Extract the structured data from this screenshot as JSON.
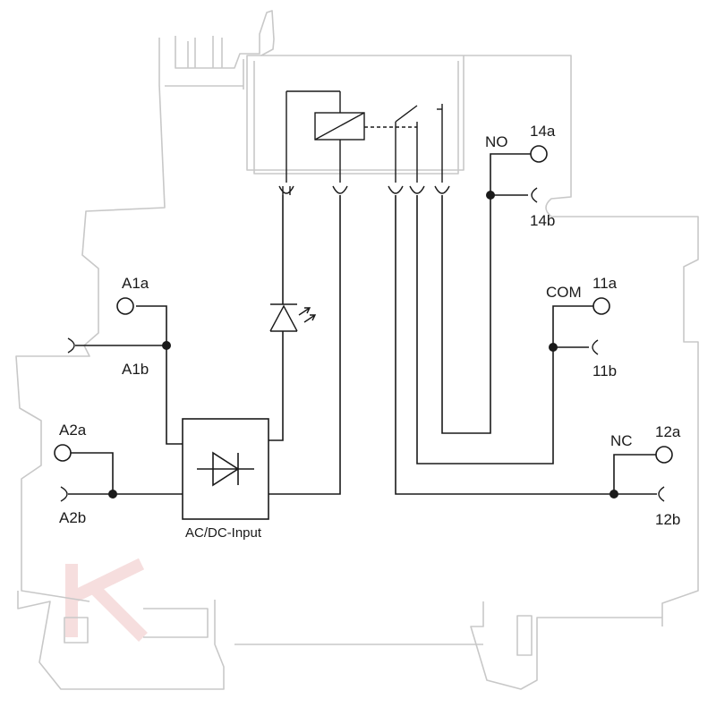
{
  "labels": {
    "a1a": "A1a",
    "a1b": "A1b",
    "a2a": "A2a",
    "a2b": "A2b",
    "no": "NO",
    "t14a": "14a",
    "t14b": "14b",
    "com": "COM",
    "t11a": "11a",
    "t11b": "11b",
    "nc": "NC",
    "t12a": "12a",
    "t12b": "12b",
    "input_module": "AC/DC-Input"
  }
}
